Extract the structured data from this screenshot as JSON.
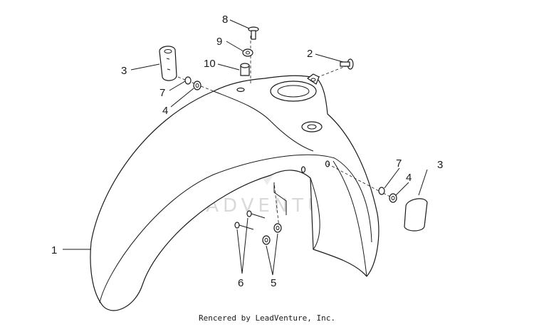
{
  "watermark": "LEADVENTURE",
  "footer": "Rencered by LeadVenture, Inc.",
  "callouts": {
    "c1": "1",
    "c2": "2",
    "c3a": "3",
    "c3b": "3",
    "c4a": "4",
    "c4b": "4",
    "c5": "5",
    "c6": "6",
    "c7a": "7",
    "c7b": "7",
    "c8": "8",
    "c9": "9",
    "c10": "10"
  }
}
